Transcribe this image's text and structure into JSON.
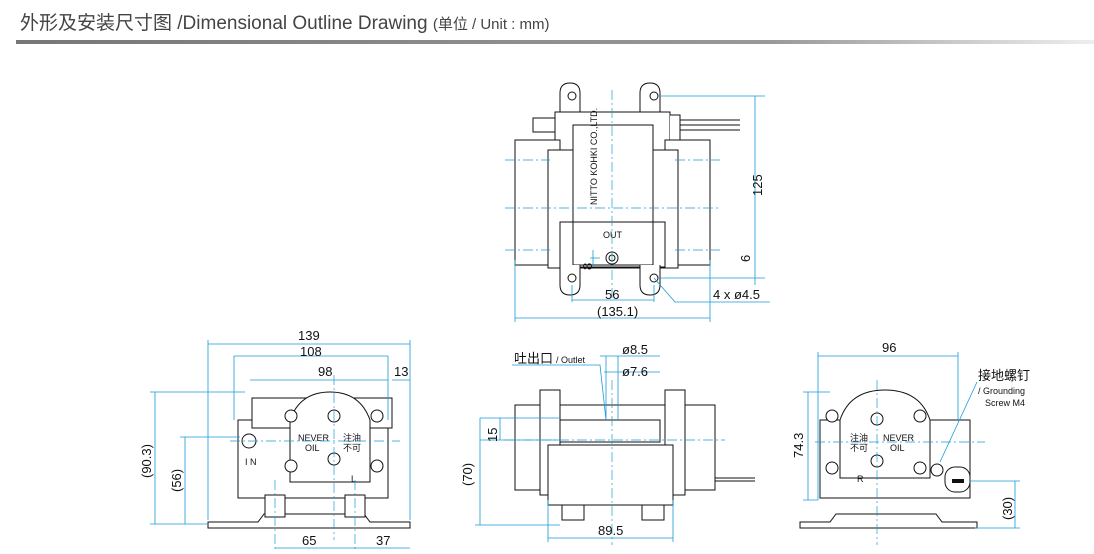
{
  "header": {
    "title": "外形及安装尺寸图 /Dimensional Outline Drawing",
    "unit": "(单位 / Unit : mm)"
  },
  "top_view": {
    "brand": "NITTO KOHKI CO.,LTD.",
    "port": "OUT",
    "dims": {
      "height": "125",
      "offset8": "8",
      "offset6": "6",
      "hole_pitch": "56",
      "width": "(135.1)",
      "holes": "4 x ø4.5"
    }
  },
  "left_view": {
    "never": "NEVER",
    "oil": "OIL",
    "cn1": "注油",
    "cn2": "不可",
    "side": "L",
    "inlet": "I N",
    "dims": {
      "w139": "139",
      "w108": "108",
      "w98": "98",
      "w13": "13",
      "h90": "(90.3)",
      "h56": "(56)",
      "b65": "65",
      "b37": "37"
    }
  },
  "front_view": {
    "outlet_cn": "吐出口",
    "outlet_en": "/ Outlet",
    "dims": {
      "d85": "ø8.5",
      "d76": "ø7.6",
      "h15": "15",
      "h70": "(70)",
      "w895": "89.5"
    }
  },
  "right_view": {
    "never": "NEVER",
    "oil": "OIL",
    "cn1": "注油",
    "cn2": "不可",
    "side": "R",
    "ground_cn": "接地螺钉",
    "ground_en1": "/ Grounding",
    "ground_en2": "Screw M4",
    "dims": {
      "w96": "96",
      "h743": "74.3",
      "h30": "(30)"
    }
  }
}
